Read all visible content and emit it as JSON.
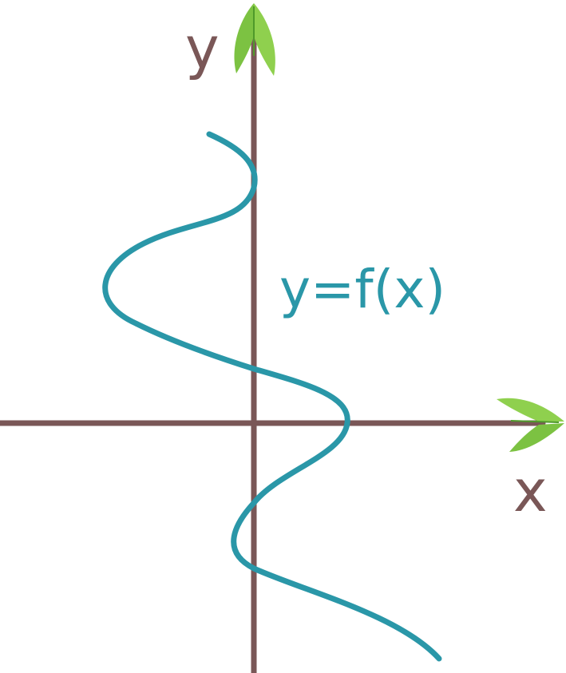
{
  "diagram": {
    "y_axis_label": "y",
    "x_axis_label": "x",
    "function_label": "y=f(x)",
    "colors": {
      "axis": "#7a5757",
      "curve": "#2a97a8",
      "leaf": "#7cc242",
      "leaf_dark": "#4f9a2a"
    }
  }
}
